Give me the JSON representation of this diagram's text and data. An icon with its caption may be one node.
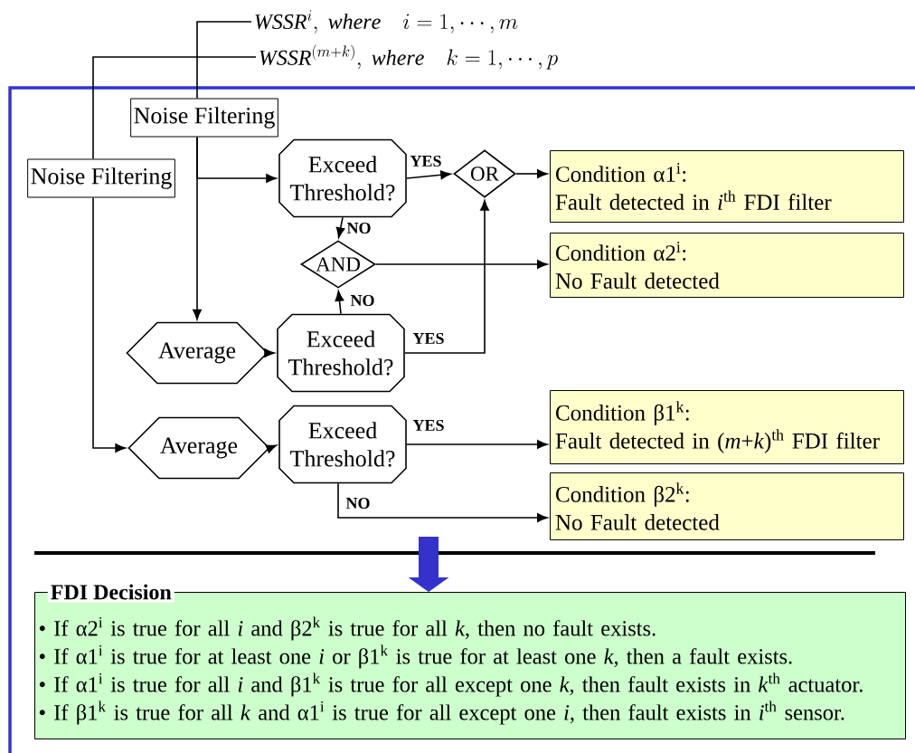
{
  "diagram": {
    "nodes": [
      {
        "text": [
          "\\mathit{WSSR}^{i},\\ \\mathit{where}\\quad i=1,\\cdots,m"
        ]
      },
      {
        "text": [
          "\\mathit{WSSR}^{(m+k)},\\ \\mathit{where}\\quad k=1,\\cdots,p"
        ]
      },
      {
        "text": [
          "Noise Filtering"
        ]
      },
      {
        "text": [
          "Noise Filtering"
        ]
      },
      {
        "text": [
          "Exceed Threshold?"
        ]
      },
      {
        "text": [
          "OR"
        ]
      },
      {
        "text": [
          "Condition α1$^{i}$:",
          "Fault detected in *i*$^{th}$ FDI filter"
        ]
      },
      {
        "text": [
          "AND"
        ]
      },
      {
        "text": [
          "Condition α2$^{i}$:",
          "No Fault detected"
        ]
      },
      {
        "text": [
          "Average"
        ]
      },
      {
        "text": [
          "Exceed Threshold?"
        ]
      },
      {
        "text": [
          "Average"
        ]
      },
      {
        "text": [
          "Exceed Threshold?"
        ]
      },
      {
        "text": [
          "Condition β1$^{k}$:",
          "Fault detected in (*m*+*k*)$^{th}$ FDI filter"
        ]
      },
      {
        "text": [
          "Condition β2$^{k}$:",
          "No Fault detected"
        ]
      },
      {
        "text": [
          "FDI Decision",
          "• If α2$^{i}$ is true for all *i* and β2$^{k}$ is true for all *k*, then no fault exists.",
          "• If α1$^{i}$ is true for at least one *i* or β1$^{k}$ is true for at least one *k*, then a fault exists.",
          "• If α1$^{i}$ is true for all *i* and β1$^{k}$ is true for all except one *k*, then fault exists in *k*$^{th}$ actuator.",
          "• If β1$^{k}$ is true for all *k* and α1$^{i}$ is true for all except one *i*, then fault exists in *i*$^{th}$ sensor."
        ]
      }
    ],
    "edges": [
      {
        "from": 0,
        "to": 2,
        "arrow": "none"
      },
      {
        "from": 1,
        "to": 3,
        "arrow": "none"
      },
      {
        "from": 2,
        "to": 4,
        "arrow": "to"
      },
      {
        "from": 2,
        "to": 9,
        "arrow": "to"
      },
      {
        "from": 3,
        "to": 11,
        "arrow": "to"
      },
      {
        "from": 4,
        "to": 5,
        "arrow": "to",
        "label": "YES"
      },
      {
        "from": 4,
        "to": 7,
        "arrow": "to",
        "label": "NO"
      },
      {
        "from": 5,
        "to": 6,
        "arrow": "to"
      },
      {
        "from": 9,
        "to": 10,
        "arrow": "to"
      },
      {
        "from": 10,
        "to": 7,
        "arrow": "to",
        "label": "NO"
      },
      {
        "from": 10,
        "to": 5,
        "arrow": "to",
        "label": "YES"
      },
      {
        "from": 7,
        "to": 8,
        "arrow": "to"
      },
      {
        "from": 11,
        "to": 12,
        "arrow": "to"
      },
      {
        "from": 12,
        "to": 13,
        "arrow": "to",
        "label": "YES"
      },
      {
        "from": 12,
        "to": 14,
        "arrow": "to",
        "label": "NO"
      },
      {
        "from": null,
        "to": 15,
        "arrow": "to",
        "style": "thick",
        "color": "#3333cc"
      }
    ]
  }
}
